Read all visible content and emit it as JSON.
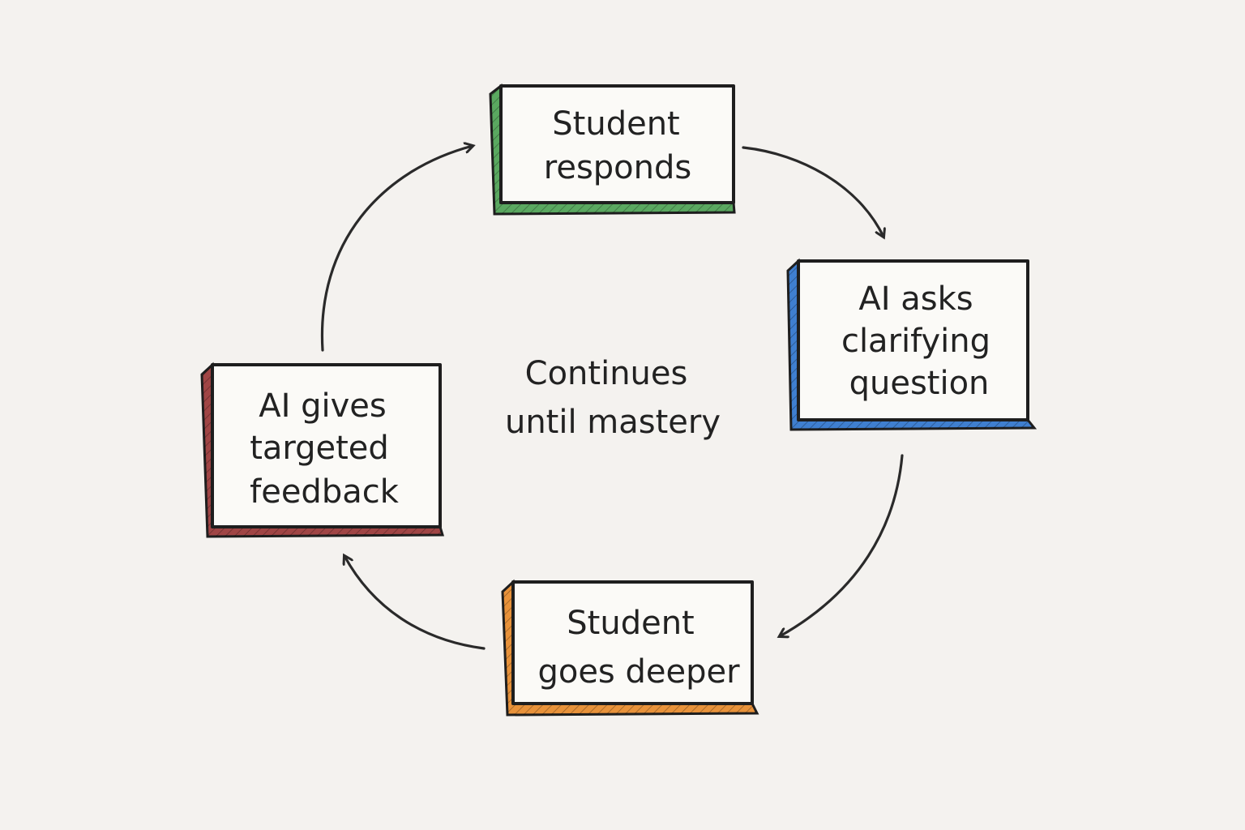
{
  "diagram": {
    "type": "cycle",
    "center_label": [
      "Continues",
      "until mastery"
    ],
    "steps": [
      {
        "id": "student-responds",
        "lines": [
          "Student",
          "responds"
        ],
        "color": "#5aa860"
      },
      {
        "id": "ai-asks",
        "lines": [
          "AI asks",
          "clarifying",
          "question"
        ],
        "color": "#3f7fd0"
      },
      {
        "id": "student-deeper",
        "lines": [
          "Student",
          "goes deeper"
        ],
        "color": "#e8923a"
      },
      {
        "id": "ai-feedback",
        "lines": [
          "AI gives",
          "targeted",
          "feedback"
        ],
        "color": "#a04545"
      }
    ],
    "arrows": [
      {
        "from": "student-responds",
        "to": "ai-asks"
      },
      {
        "from": "ai-asks",
        "to": "student-deeper"
      },
      {
        "from": "student-deeper",
        "to": "ai-feedback"
      },
      {
        "from": "ai-feedback",
        "to": "student-responds"
      }
    ]
  }
}
